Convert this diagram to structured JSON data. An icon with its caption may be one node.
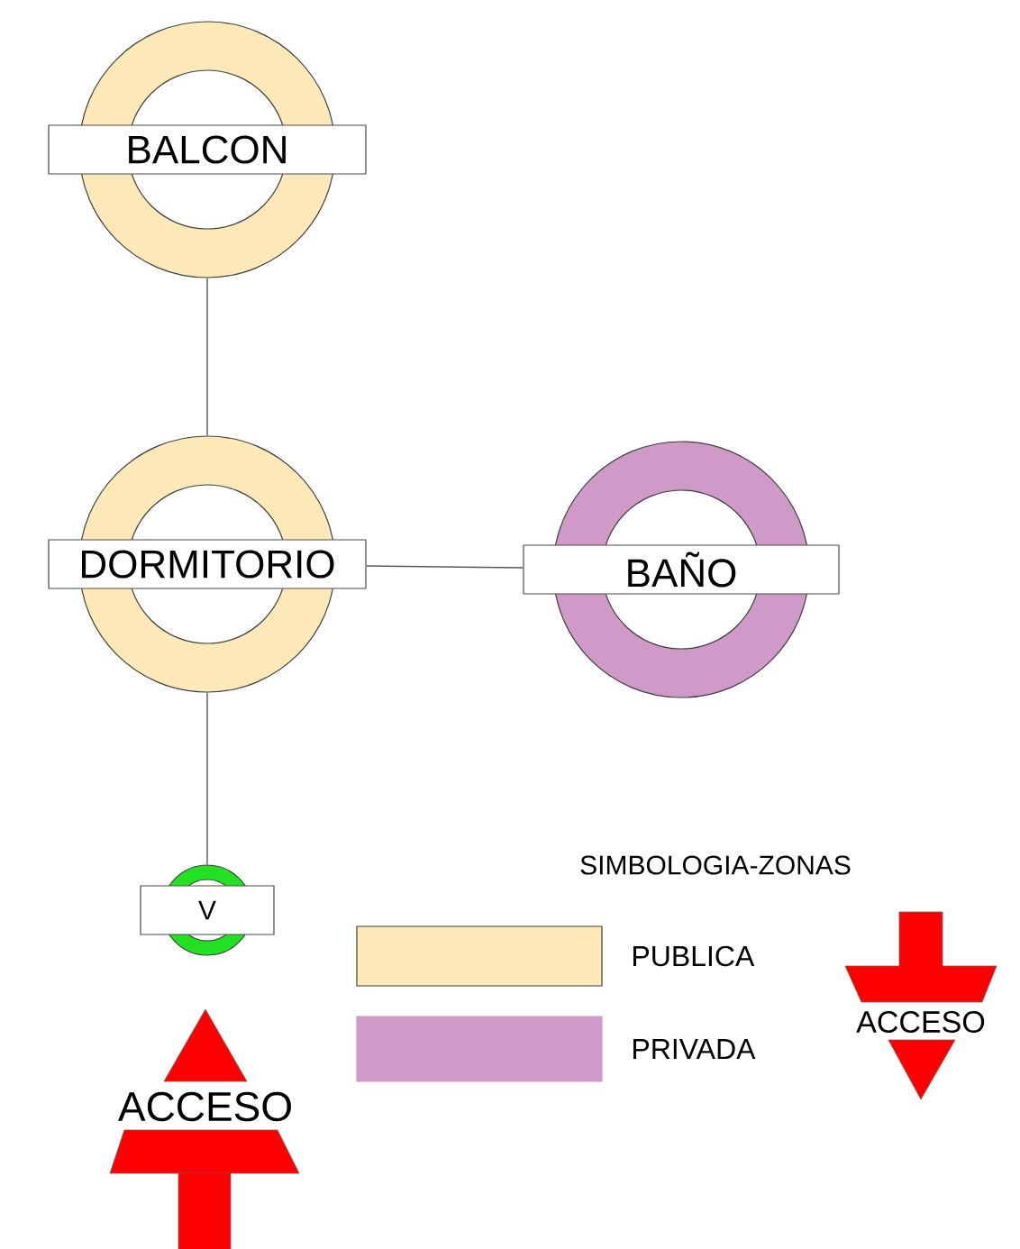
{
  "diagram": {
    "nodes": [
      {
        "text": [
          "BALCON"
        ]
      },
      {
        "text": [
          "DORMITORIO"
        ]
      },
      {
        "text": [
          "BAÑO"
        ]
      },
      {
        "text": [
          "V"
        ]
      },
      {
        "text": [
          "ACCESO"
        ]
      },
      {
        "text": [
          "ACCESO"
        ]
      }
    ],
    "edges": [
      {
        "from": 0,
        "to": 1,
        "arrow": "none"
      },
      {
        "from": 1,
        "to": 2,
        "arrow": "none"
      },
      {
        "from": 1,
        "to": 3,
        "arrow": "none"
      }
    ],
    "labels": [
      "SIMBOLOGIA-ZONAS"
    ],
    "legend": [
      {
        "text": "PUBLICA",
        "color": "#fde9b8"
      },
      {
        "text": "PRIVADA",
        "color": "#d09ac8"
      }
    ]
  }
}
